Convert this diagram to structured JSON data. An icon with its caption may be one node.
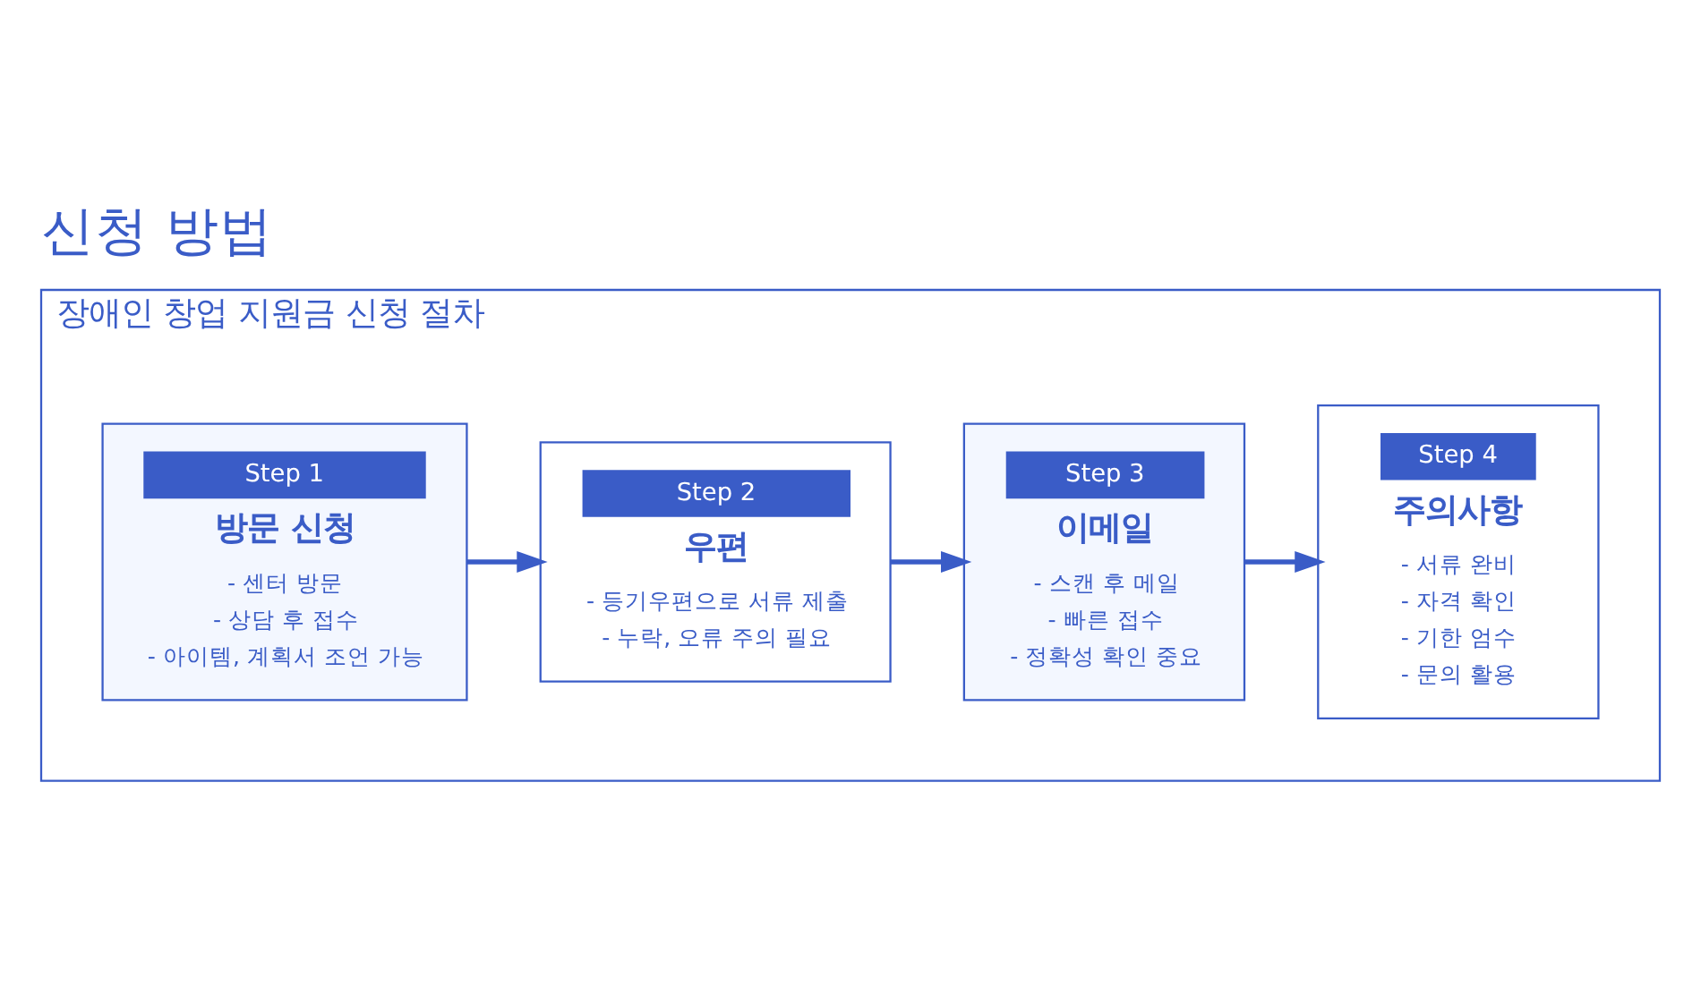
{
  "diagram": {
    "title": "신청 방법",
    "nodes": [
      {
        "text": [
          "장애인 창업 지원금 신청 절차"
        ]
      },
      {
        "text": [
          "Step 1",
          "방문 신청",
          "- 센터 방문",
          "- 상담 후 접수",
          "- 아이템, 계획서 조언 가능"
        ],
        "in": 0
      },
      {
        "text": [
          "Step 2",
          "우편",
          "- 등기우편으로 서류 제출",
          "- 누락, 오류 주의 필요"
        ],
        "in": 0
      },
      {
        "text": [
          "Step 3",
          "이메일",
          "- 스캔 후 메일",
          "- 빠른 접수",
          "- 정확성 확인 중요"
        ],
        "in": 0
      },
      {
        "text": [
          "Step 4",
          "주의사항",
          "- 서류 완비",
          "- 자격 확인",
          "- 기한 엄수",
          "- 문의 활용"
        ],
        "in": 0
      }
    ],
    "edges": [
      {
        "from": 1,
        "to": 2,
        "arrow": "to"
      },
      {
        "from": 2,
        "to": 3,
        "arrow": "to"
      },
      {
        "from": 3,
        "to": 4,
        "arrow": "to"
      }
    ]
  }
}
